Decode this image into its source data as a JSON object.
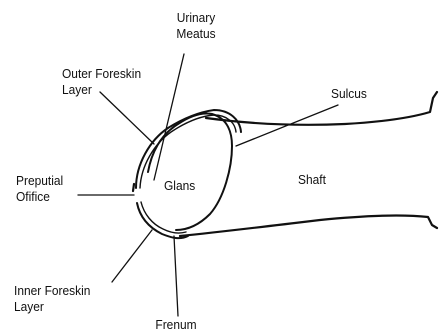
{
  "labels": {
    "urinary_meatus": "Urinary\nMeatus",
    "outer_foreskin_layer": "Outer Foreskin\nLayer",
    "sulcus": "Sulcus",
    "preputial_orifice": "Preputial\nOfifice",
    "glans": "Glans",
    "shaft": "Shaft",
    "inner_foreskin_layer": "Inner Foreskin\nLayer",
    "frenum": "Frenum"
  },
  "colors": {
    "ink": "#111111",
    "background": "#ffffff"
  }
}
